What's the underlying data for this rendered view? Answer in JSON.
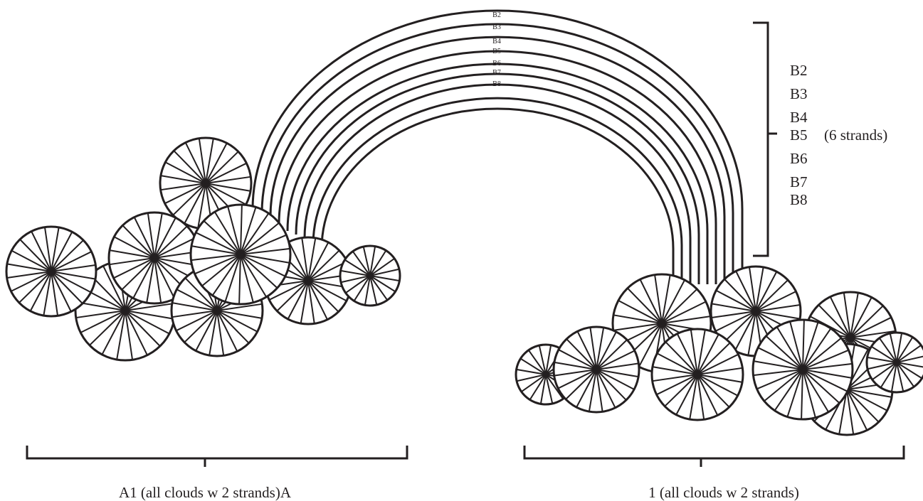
{
  "arc_labels": [
    "B2",
    "B3",
    "B4",
    "B5",
    "B6",
    "B7",
    "B8"
  ],
  "legend": {
    "items": [
      "B2",
      "B3",
      "B4",
      "B5",
      "B6",
      "B7",
      "B8"
    ],
    "note": "(6 strands)"
  },
  "left_group": {
    "caption": "A1 (all clouds w 2 strands)A"
  },
  "right_group": {
    "caption": "1 (all clouds w 2 strands)"
  },
  "style": {
    "stroke_color": "#231f20",
    "background": "#ffffff"
  }
}
